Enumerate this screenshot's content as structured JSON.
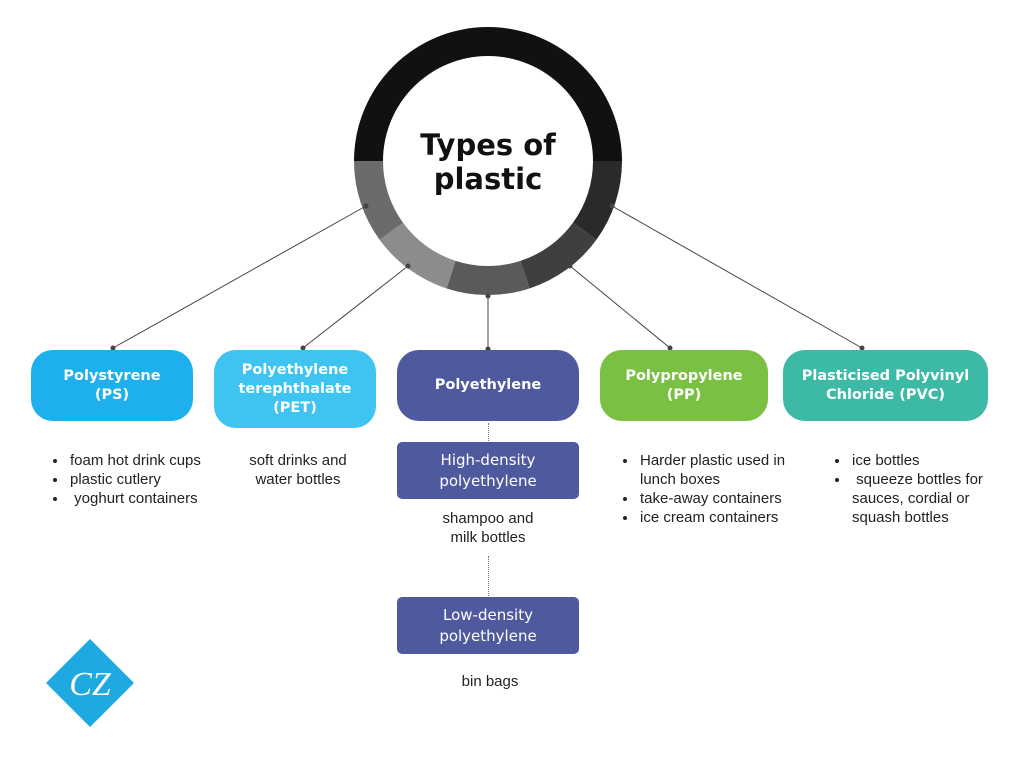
{
  "title": "Types of\nplastic",
  "colors": {
    "ring_top": "#111111",
    "ring_segments": [
      "#6b6b6b",
      "#8c8c8c",
      "#5a5a5a",
      "#3f3f3f",
      "#2a2a2a"
    ],
    "polystyrene": "#1db0ec",
    "pet": "#3fc4f1",
    "polyethylene": "#4f5a9e",
    "polypropylene": "#7ac143",
    "pvc": "#3dbaa6",
    "logo": "#1fa9e1"
  },
  "categories": [
    {
      "id": "ps",
      "label": "Polystyrene\n(PS)",
      "examples": [
        "foam hot drink cups",
        "plastic cutlery",
        " yoghurt containers"
      ]
    },
    {
      "id": "pet",
      "label": "Polyethylene\nterephthalate\n(PET)",
      "examples_text": "soft drinks and\nwater bottles"
    },
    {
      "id": "pe",
      "label": "Polyethylene",
      "subtypes": [
        {
          "label": "High-density\npolyethylene",
          "examples_text": "shampoo and\nmilk bottles"
        },
        {
          "label": "Low-density\npolyethylene",
          "examples_text": "bin bags"
        }
      ]
    },
    {
      "id": "pp",
      "label": "Polypropylene\n(PP)",
      "examples": [
        "Harder plastic used in lunch boxes",
        "take-away containers",
        "ice cream containers"
      ]
    },
    {
      "id": "pvc",
      "label": "Plasticised Polyvinyl\nChloride (PVC)",
      "examples": [
        "ice bottles",
        " squeeze bottles for sauces, cordial or squash bottles"
      ]
    }
  ],
  "logo": {
    "icon": "cz-diamond-logo",
    "text": "CZ"
  }
}
